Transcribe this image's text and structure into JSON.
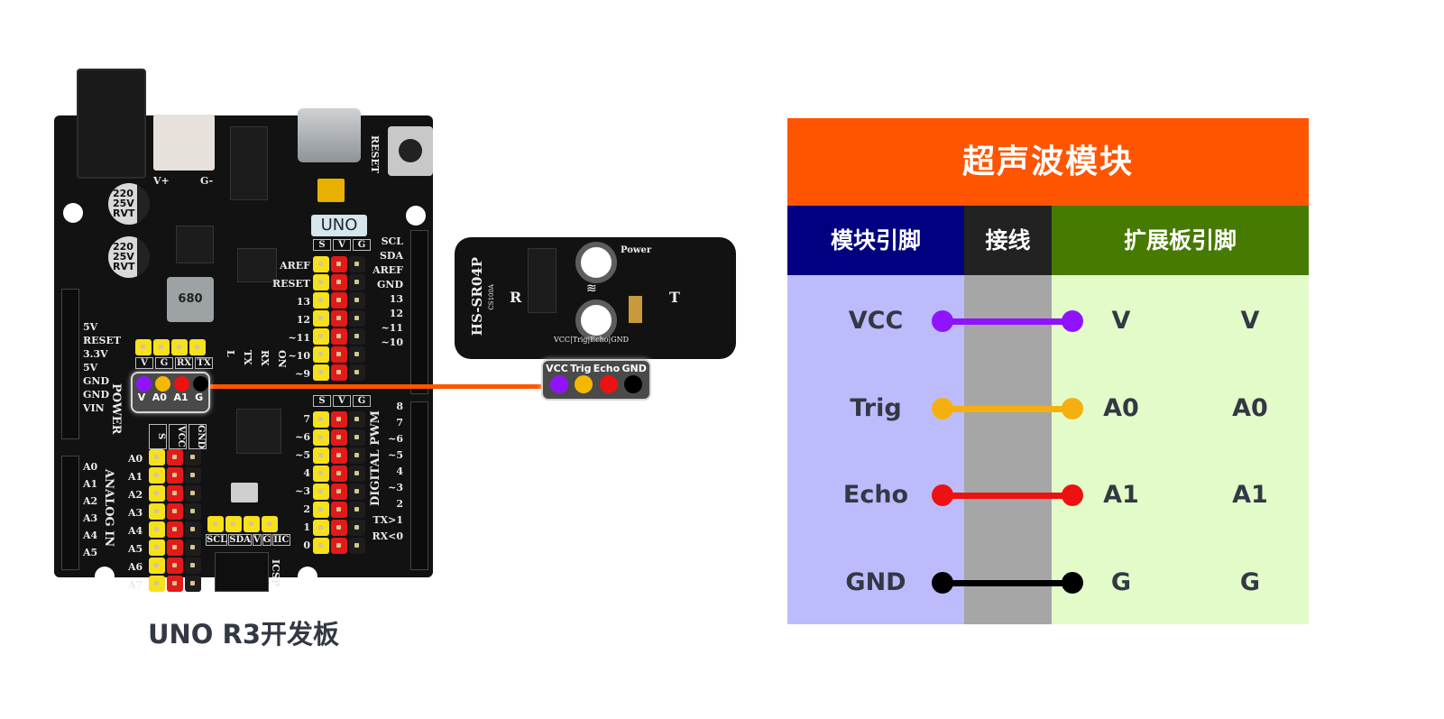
{
  "board": {
    "caption": "UNO R3开发板",
    "logo_label": "UNO",
    "power_header_labels": [
      "5V",
      "RESET",
      "3.3V",
      "5V",
      "GND",
      "GND",
      "VIN"
    ],
    "power_section_label": "POWER",
    "analog_header_labels": [
      "A0",
      "A1",
      "A2",
      "A3",
      "A4",
      "A5"
    ],
    "analog_section_label": "ANALOG IN",
    "right_header_labels": [
      "SCL",
      "SDA",
      "AREF",
      "GND",
      "13",
      "12",
      "~11",
      "~10",
      "8",
      "7",
      "~6",
      "~5",
      "4",
      "~3",
      "2",
      "TX>1",
      "RX<0"
    ],
    "digital_section_label": "DIGITAL PWM",
    "svg_header_top": [
      "S",
      "V",
      "G"
    ],
    "digital_rows_top": [
      "AREF",
      "RESET",
      "13",
      "12",
      "~11",
      "~10",
      "~9"
    ],
    "digital_rows_bottom": [
      "7",
      "~6",
      "~5",
      "4",
      "~3",
      "2",
      "1",
      "0"
    ],
    "analog_svg_header": [
      "S",
      "VCC",
      "GND"
    ],
    "analog_rows": [
      "A0",
      "A1",
      "A2",
      "A3",
      "A4",
      "A5",
      "A6",
      "A7"
    ],
    "serial_header": [
      "V",
      "G",
      "RX",
      "TX"
    ],
    "iic_header": [
      "SCL",
      "SDA",
      "V",
      "G",
      "IIC"
    ],
    "led_labels": [
      "L",
      "TX",
      "RX",
      "ON"
    ],
    "icsp_label": "ICSP",
    "reset_label": "RESET",
    "power_conn_labels": [
      "V+",
      "G-"
    ],
    "capacitor_text": [
      "220",
      "25V",
      "RVT"
    ],
    "inductor_text": "680",
    "connector_badge": {
      "labels": [
        "V",
        "A0",
        "A1",
        "G"
      ],
      "colors": [
        "#9013fe",
        "#f5b800",
        "#ee1111",
        "#000000"
      ]
    }
  },
  "sensor": {
    "model": "HS-SR04P",
    "chip": "CS100A",
    "left_label": "R",
    "right_label": "T",
    "power_label": "Power",
    "pin_silk": "VCC|Trig|Echo|GND",
    "connector_badge": {
      "labels": [
        "VCC",
        "Trig",
        "Echo",
        "GND"
      ],
      "colors": [
        "#9013fe",
        "#f5b800",
        "#ee1111",
        "#000000"
      ]
    }
  },
  "wire_color": "#ff5500",
  "table": {
    "title": "超声波模块",
    "headers": {
      "module_pin": "模块引脚",
      "wire": "接线",
      "board_pin": "扩展板引脚"
    },
    "colors": {
      "title_bg": "#ff5500",
      "module_header_bg": "#000080",
      "wire_header_bg": "#222222",
      "board_header_bg": "#467a00",
      "module_col_bg": "#bcbcfd",
      "wire_col_bg": "#a6a6a6",
      "board_col_bg": "#e3fbc9"
    },
    "rows": [
      {
        "module_pin": "VCC",
        "board_pin": "V",
        "board_pin_alt": "V",
        "wire_color": "#9013fe"
      },
      {
        "module_pin": "Trig",
        "board_pin": "A0",
        "board_pin_alt": "A0",
        "wire_color": "#f5b00f"
      },
      {
        "module_pin": "Echo",
        "board_pin": "A1",
        "board_pin_alt": "A1",
        "wire_color": "#ee1111"
      },
      {
        "module_pin": "GND",
        "board_pin": "G",
        "board_pin_alt": "G",
        "wire_color": "#000000"
      }
    ]
  }
}
